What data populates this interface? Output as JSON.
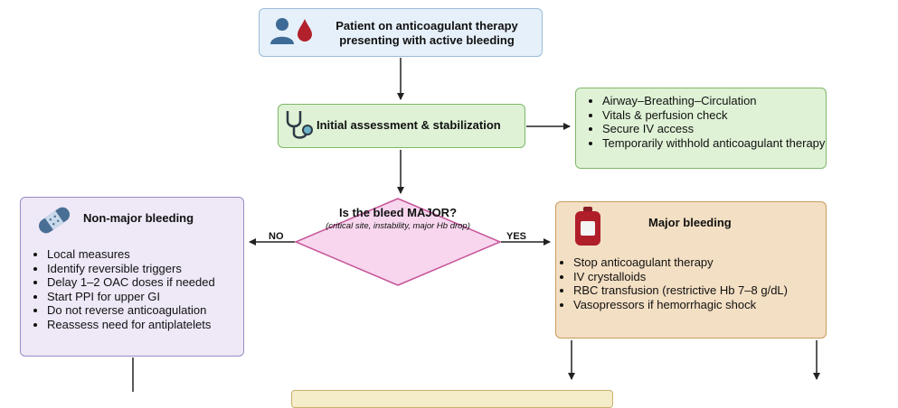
{
  "start": {
    "title": "Patient on anticoagulant therapy presenting with active bleeding",
    "icons": [
      "patient-icon",
      "blood-drop-icon"
    ]
  },
  "assessment": {
    "title": "Initial assessment & stabilization",
    "icon": "stethoscope-icon"
  },
  "abc": {
    "items": [
      "Airway–Breathing–Circulation",
      "Vitals & perfusion check",
      "Secure IV access",
      "Temporarily withhold anticoagulant therapy"
    ]
  },
  "decision": {
    "question": "Is the bleed MAJOR?",
    "criteria": "(critical site, instability, major Hb drop)",
    "no_label": "NO",
    "yes_label": "YES"
  },
  "non_major": {
    "title": "Non-major bleeding",
    "icon": "bandage-icon",
    "items": [
      "Local measures",
      "Identify reversible triggers",
      "Delay 1–2 OAC doses if needed",
      "Start PPI for upper GI",
      "Do not reverse anticoagulation",
      "Reassess need for antiplatelets"
    ]
  },
  "major": {
    "title": "Major bleeding",
    "icon": "blood-bag-icon",
    "items": [
      "Stop anticoagulant therapy",
      "IV crystalloids",
      "RBC transfusion (restrictive Hb 7–8 g/dL)",
      "Vasopressors if hemorrhagic shock"
    ]
  },
  "colors": {
    "start_fill": "#e6f0fa",
    "assess_fill": "#dff2d6",
    "decision_fill": "#f7d6ee",
    "decision_border": "#c7559a",
    "non_major_fill": "#eee8f7",
    "major_fill": "#f3dfc3",
    "bottom_fill": "#f5ecc9"
  }
}
